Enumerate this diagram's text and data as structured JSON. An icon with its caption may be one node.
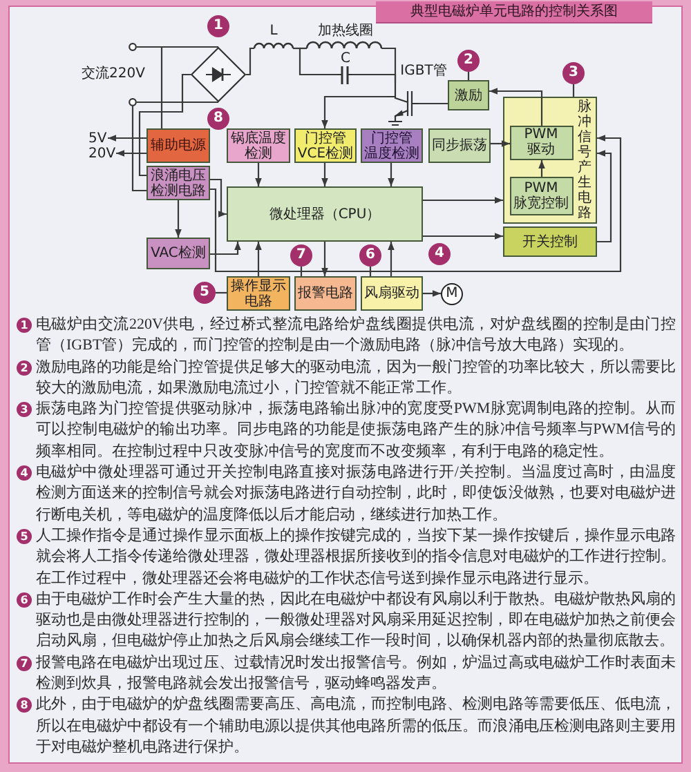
{
  "diagram": {
    "title": "典型电磁炉单元电路的控制关系图",
    "nodes": [
      {
        "text": [
          "1"
        ]
      },
      {
        "text": [],
        "shape": "circle"
      },
      {
        "text": [],
        "shape": "circle"
      },
      {
        "text": [],
        "shape": "diamond"
      },
      {
        "text": [],
        "shape": "picture",
        "beside": [
          "L"
        ]
      },
      {
        "text": [],
        "shape": "picture",
        "beside": [
          "加热线圈"
        ]
      },
      {
        "text": [],
        "shape": "picture",
        "beside": [
          "C"
        ]
      },
      {
        "text": [],
        "shape": "picture",
        "beside": [
          "IGBT管"
        ]
      },
      {
        "text": [
          "2"
        ]
      },
      {
        "text": [
          "激励"
        ]
      },
      {
        "text": [
          "3"
        ]
      },
      {
        "text": [
          "脉冲信号产生电路"
        ]
      },
      {
        "text": [
          "PWM驱动"
        ],
        "in": 11
      },
      {
        "text": [
          "5V"
        ]
      },
      {
        "text": [
          "20V"
        ]
      },
      {
        "text": [
          "8"
        ]
      },
      {
        "text": [
          "辅助电源"
        ]
      },
      {
        "text": [
          "锅底温度检测"
        ]
      },
      {
        "text": [
          "门控管VCE检测"
        ]
      },
      {
        "text": [
          "门控管温度检测"
        ]
      },
      {
        "text": [
          "同步振荡"
        ]
      },
      {
        "text": [
          "浪涌电压检测电路"
        ]
      },
      {
        "text": [
          "微处理器（CPU）"
        ]
      },
      {
        "text": [
          "PWM脉宽控制"
        ],
        "in": 11
      },
      {
        "text": [
          "开关控制"
        ]
      },
      {
        "text": [
          "VAC检测"
        ]
      },
      {
        "text": [
          "7"
        ]
      },
      {
        "text": [
          "6"
        ]
      },
      {
        "text": [
          "4"
        ]
      },
      {
        "text": [
          "5"
        ]
      },
      {
        "text": [
          "操作显示电路"
        ]
      },
      {
        "text": [
          "报警电路"
        ]
      },
      {
        "text": [
          "风扇驱动"
        ]
      },
      {
        "text": [
          "M"
        ]
      }
    ],
    "edges": [
      {
        "from": 1,
        "to": 3,
        "arrow": "none"
      },
      {
        "from": 2,
        "to": 3,
        "arrow": "none"
      },
      {
        "from": 3,
        "to": 4,
        "arrow": "none"
      },
      {
        "from": 4,
        "to": 5,
        "arrow": "none"
      },
      {
        "from": 4,
        "to": 6,
        "arrow": "none"
      },
      {
        "from": 5,
        "to": 7,
        "arrow": "none"
      },
      {
        "from": 6,
        "to": 7,
        "arrow": "none"
      },
      {
        "from": 8,
        "to": 9,
        "arrow": "none"
      },
      {
        "from": 9,
        "to": 7,
        "arrow": "none"
      },
      {
        "from": 10,
        "to": 11,
        "arrow": "none"
      },
      {
        "from": 12,
        "to": 9,
        "arrow": "to"
      },
      {
        "from": 16,
        "to": 13,
        "arrow": "to"
      },
      {
        "from": 16,
        "to": 14,
        "arrow": "to"
      },
      {
        "from": 1,
        "to": 16,
        "arrow": "none"
      },
      {
        "from": 2,
        "to": 21,
        "arrow": "none"
      },
      {
        "from": 3,
        "to": 21,
        "arrow": "none"
      },
      {
        "from": 7,
        "to": 18,
        "arrow": "to"
      },
      {
        "from": 17,
        "to": 22,
        "arrow": "to"
      },
      {
        "from": 18,
        "to": 22,
        "arrow": "to"
      },
      {
        "from": 19,
        "to": 22,
        "arrow": "to"
      },
      {
        "from": 20,
        "to": 12,
        "arrow": "to"
      },
      {
        "from": 21,
        "to": 25,
        "arrow": "to"
      },
      {
        "from": 21,
        "to": 22,
        "arrow": "to"
      },
      {
        "from": 21,
        "to": 11,
        "arrow": "to"
      },
      {
        "from": 25,
        "to": 22,
        "arrow": "to"
      },
      {
        "from": 22,
        "to": 11,
        "arrow": "to"
      },
      {
        "from": 22,
        "to": 24,
        "arrow": "to"
      },
      {
        "from": 24,
        "to": 11,
        "arrow": "to"
      },
      {
        "from": 23,
        "to": 12,
        "arrow": "to"
      },
      {
        "from": 26,
        "to": 31,
        "arrow": "none"
      },
      {
        "from": 27,
        "to": 32,
        "arrow": "none"
      },
      {
        "from": 29,
        "to": 30,
        "arrow": "none"
      },
      {
        "from": 30,
        "to": 22,
        "arrow": "to"
      },
      {
        "from": 22,
        "to": 31,
        "arrow": "to"
      },
      {
        "from": 32,
        "to": 22,
        "arrow": "to"
      },
      {
        "from": 32,
        "to": 33,
        "arrow": "to"
      }
    ],
    "labels": [
      "交流220V",
      "1",
      "电磁炉由交流220V供电，经过桥式整流电路给炉盘线圈提供电流，对炉盘线圈的控制是由门控管（IGBT管）完成的，而门控管的控制是由一个激励电路（脉冲信号放大电路）实现的。",
      "2",
      "激励电路的功能是给门控管提供足够大的驱动电流，因为一般门控管的功率比较大，所以需要比较大的激励电流，如果激励电流过小，门控管就不能正常工作。",
      "3",
      "振荡电路为门控管提供驱动脉冲，振荡电路输出脉冲的宽度受PWM脉宽调制电路的控制。从而可以控制电磁炉的输出功率。同步电路的功能是使振荡电路产生的脉冲信号频率与PWM信号的频率相同。在控制过程中只改变脉冲信号的宽度而不改变频率，有利于电路的稳定性。",
      "4",
      "电磁炉中微处理器可通过开关控制电路直接对振荡电路进行开/关控制。当温度过高时，由温度检测方面送来的控制信号就会对振荡电路进行自动控制，此时，即使饭没做熟，也要对电磁炉进行断电关机，等电磁炉的温度降低以后才能启动，继续进行加热工作。",
      "5",
      "人工操作指令是通过操作显示面板上的操作按键完成的，当按下某一操作按键后，操作显示电路就会将人工指令传递给微处理器，微处理器根据所接收到的指令信息对电磁炉的工作进行控制。在工作过程中，微处理器还会将电磁炉的工作状态信号送到操作显示电路进行显示。",
      "6",
      "由于电磁炉工作时会产生大量的热，因此在电磁炉中都设有风扇以利于散热。电磁炉散热风扇的驱动也是由微处理器进行控制的，一般微处理器对风扇采用延迟控制，即在电磁炉加热之前便会启动风扇，但电磁炉停止加热之后风扇会继续工作一段时间，以确保机器内部的热量彻底散去。",
      "7",
      "报警电路在电磁炉出现过压、过载情况时发出报警信号。例如，炉温过高或电磁炉工作时表面未检测到炊具，报警电路就会发出报警信号，驱动蜂鸣器发声。",
      "8",
      "此外，由于电磁炉的炉盘线圈需要高压、高电流，而控制电路、检测电路等需要低压、低电流，所以在电磁炉中都设有一个辅助电源以提供其他电路所需的低压。而浪涌电压检测电路则主要用于对电磁炉整机电路进行保护。"
    ]
  }
}
